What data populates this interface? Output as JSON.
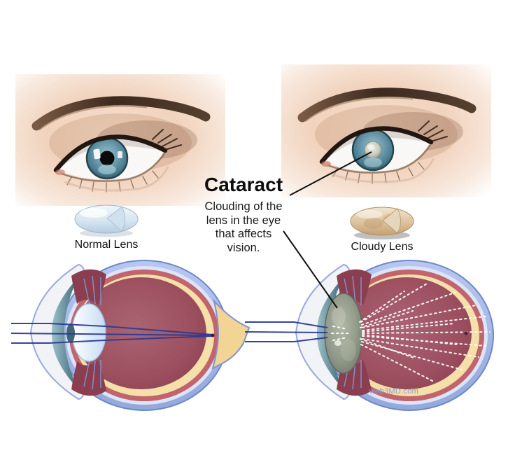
{
  "annotation": {
    "title": "Cataract",
    "lines": [
      "Clouding of the",
      "lens in the eye",
      "that affects",
      "vision."
    ]
  },
  "lenses": {
    "normal_label": "Normal Lens",
    "cloudy_label": "Cloudy Lens"
  },
  "watermark": "web3MD.com",
  "colors": {
    "sclera_blue": "#a3b6e6",
    "choroid_red": "#c2646c",
    "retina_cream": "#f4e0a8",
    "vitreous_maroon": "#97495b",
    "optic_nerve_tan": "#f2d494",
    "normal_lens_blue": "#cfe2f4",
    "cloudy_lens_gray": "#939c8c",
    "light_ray_navy": "#2c3b95",
    "iris_photo_blue": "#5f8ba0",
    "cataract_pupil_gray": "#c9cec2",
    "pointer_line_black": "#101010",
    "skin_tone": "#f2d5bf"
  }
}
